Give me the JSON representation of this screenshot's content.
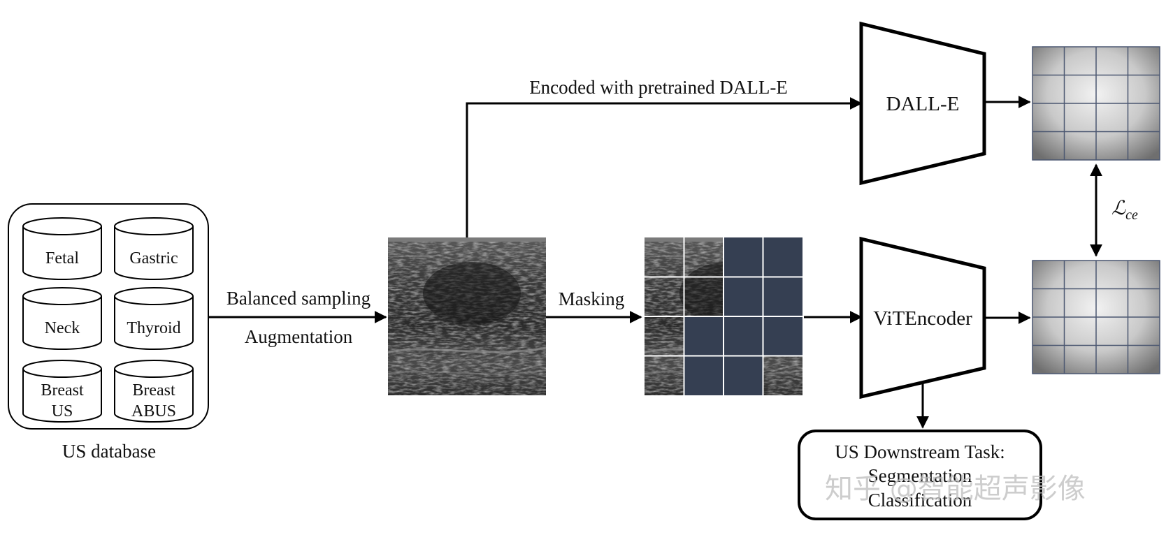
{
  "database": {
    "title": "US database",
    "items": [
      {
        "lines": [
          "Fetal"
        ]
      },
      {
        "lines": [
          "Gastric"
        ]
      },
      {
        "lines": [
          "Neck"
        ]
      },
      {
        "lines": [
          "Thyroid"
        ]
      },
      {
        "lines": [
          "Breast",
          "US"
        ]
      },
      {
        "lines": [
          "Breast",
          "ABUS"
        ]
      }
    ]
  },
  "sampling": {
    "line1": "Balanced sampling",
    "line2": "Augmentation"
  },
  "masking_label": "Masking",
  "top_branch_label": "Encoded with pretrained DALL-E",
  "dalle_label": "DALL-E",
  "vit_label": "ViTEncoder",
  "loss_label": "ℒ",
  "loss_subscript": "ce",
  "downstream": {
    "line1": "US Downstream Task:",
    "line2": "Segmentation",
    "line3": "Classification"
  },
  "watermark": "知乎 @智能超声影像",
  "colors": {
    "mask_patch": "#353f52",
    "grid_line": "#4a5670",
    "token_center": "#f2f2f2",
    "token_edge": "#6f6f6f"
  }
}
